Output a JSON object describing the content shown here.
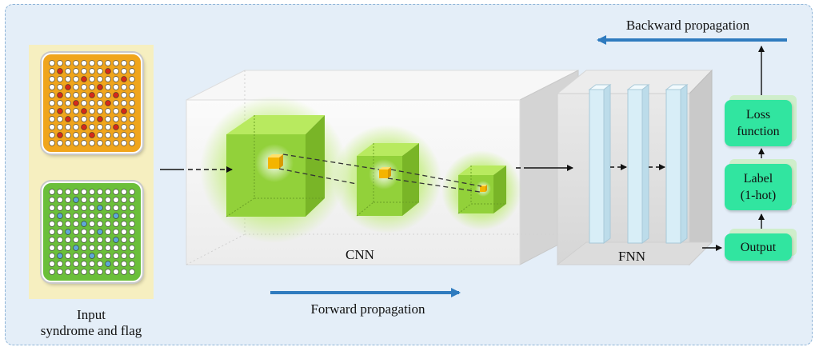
{
  "labels": {
    "input_line1": "Input",
    "input_line2": "syndrome and flag",
    "cnn": "CNN",
    "fnn": "FNN",
    "forward": "Forward propagation",
    "backward": "Backward propagation",
    "output": "Output",
    "label_line1": "Label",
    "label_line2": "(1-hot)",
    "loss_line1": "Loss",
    "loss_line2": "function"
  },
  "colors": {
    "background": "#e4eef8",
    "frame_border": "#8fb5d8",
    "syndrome_board": "#f0a51c",
    "syndrome_marked": "#d42a1a",
    "flag_board": "#6bbf3a",
    "flag_marked": "#5fa8d6",
    "feature_cube": "#8fce3a",
    "kernel": "#f4b400",
    "fnn_column": "#d8eef7",
    "process_box": "#31e5a0",
    "arrow_blue": "#2f7bbf"
  }
}
